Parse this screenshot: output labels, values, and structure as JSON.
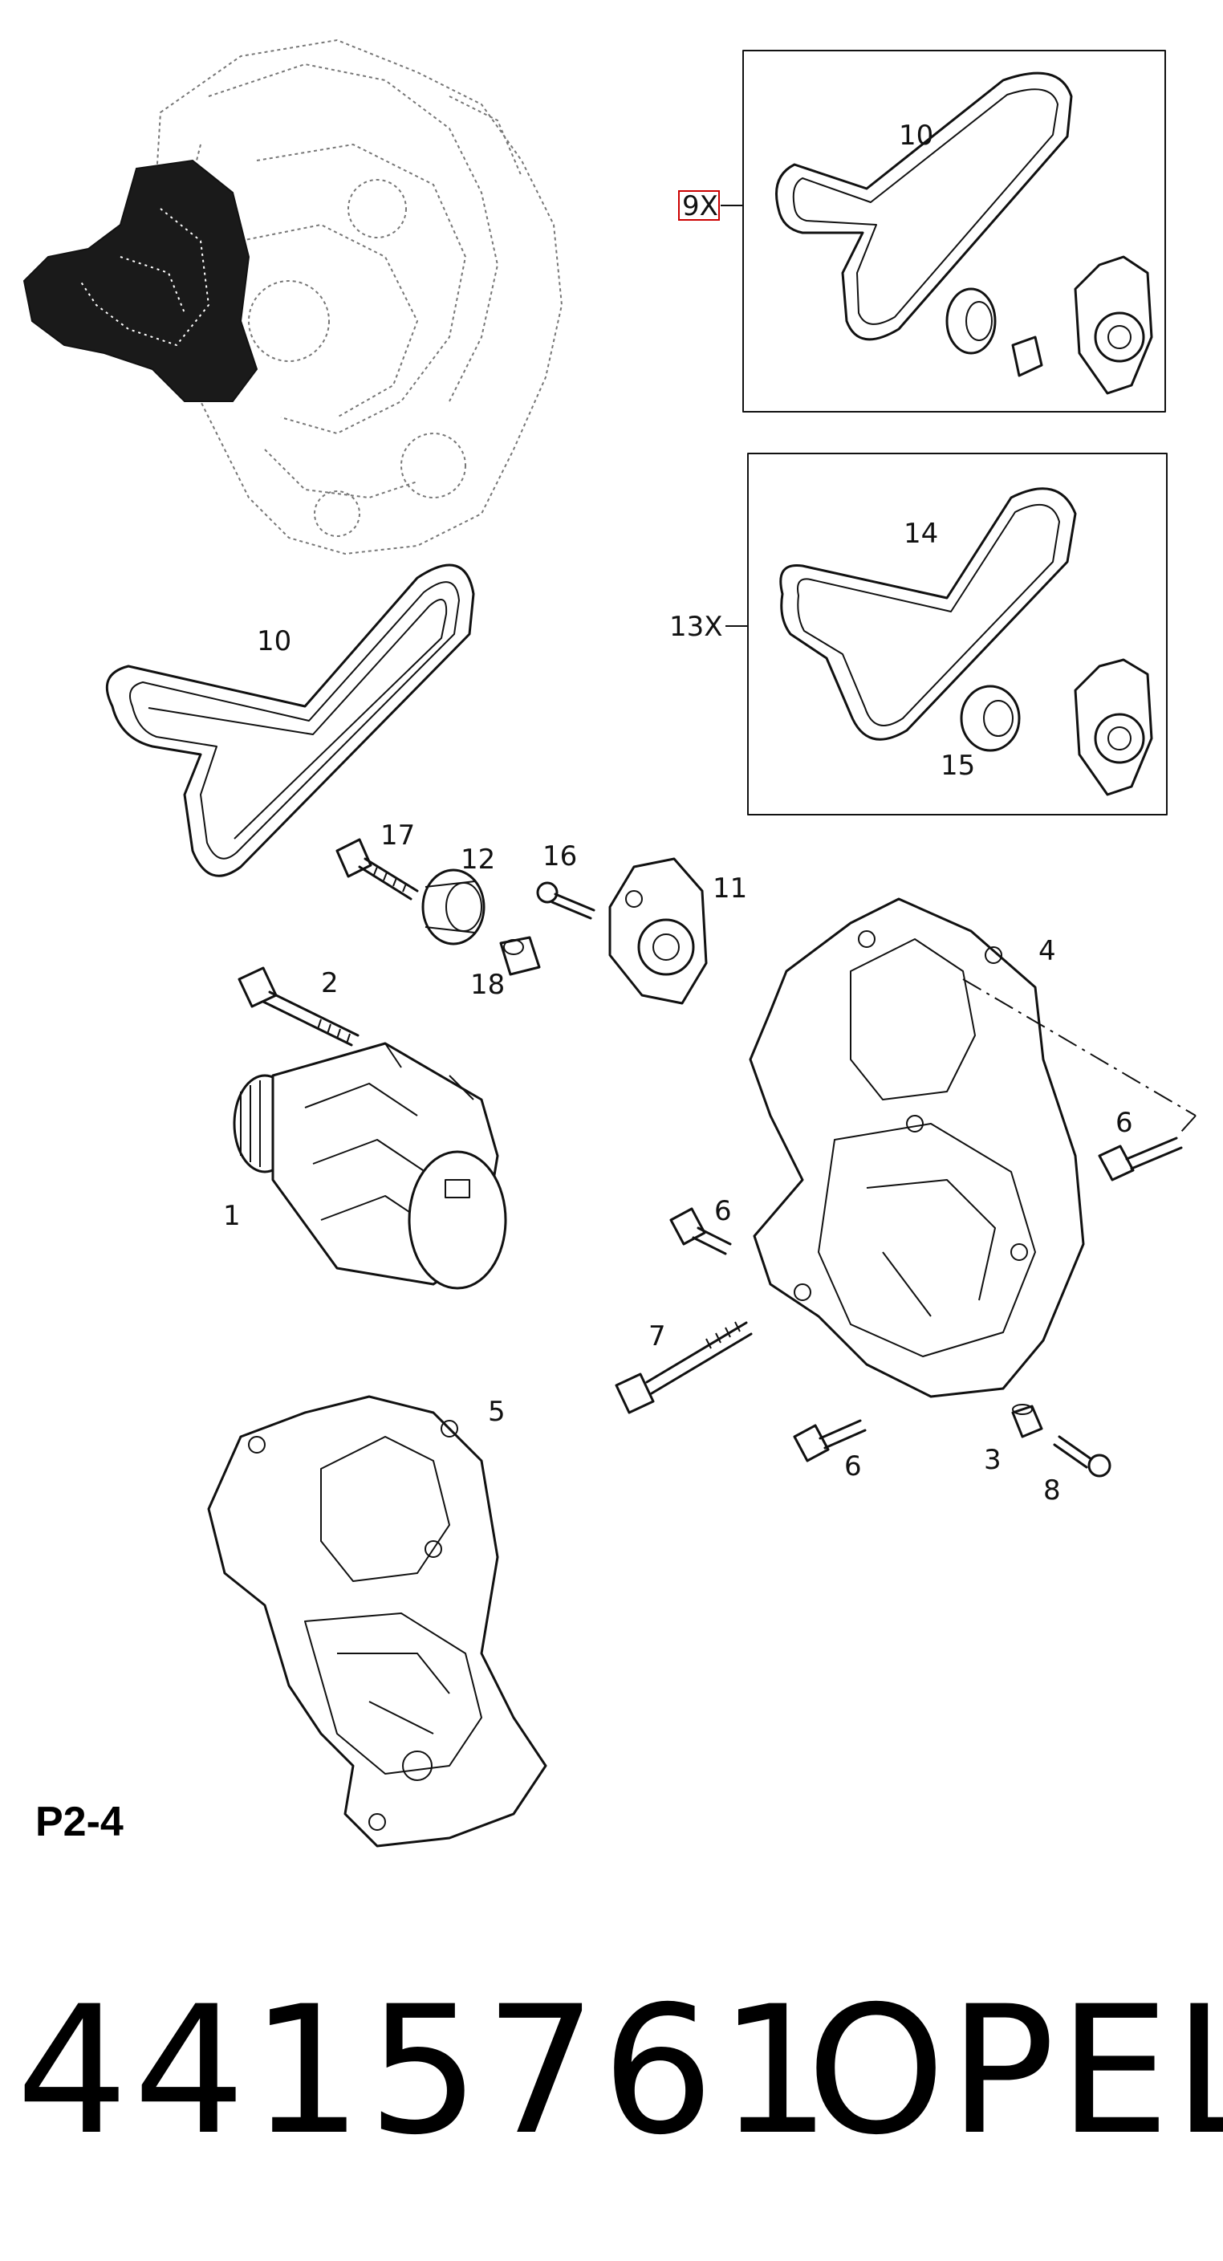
{
  "page_label": "P2-4",
  "part_number": "4415761",
  "brand": "OPEL",
  "highlight_color": "#cc0000",
  "kits": [
    {
      "label": "9X",
      "highlighted": true,
      "belt_callout": "10"
    },
    {
      "label": "13X",
      "highlighted": false,
      "belt_callout": "14",
      "pulley_callout": "15"
    }
  ],
  "callouts": {
    "alternator": "1",
    "long_bolt": "2",
    "sleeve": "3",
    "bracket_main": "4",
    "bracket_alt": "5",
    "bolt_right": "6",
    "bolt_middle": "6",
    "bolt_bottom": "6",
    "long_bolt_7": "7",
    "small_bolt_8": "8",
    "belt_main": "10",
    "tensioner": "11",
    "idler_pulley": "12",
    "bolt_16": "16",
    "bolt_17": "17",
    "spacer_18": "18"
  }
}
